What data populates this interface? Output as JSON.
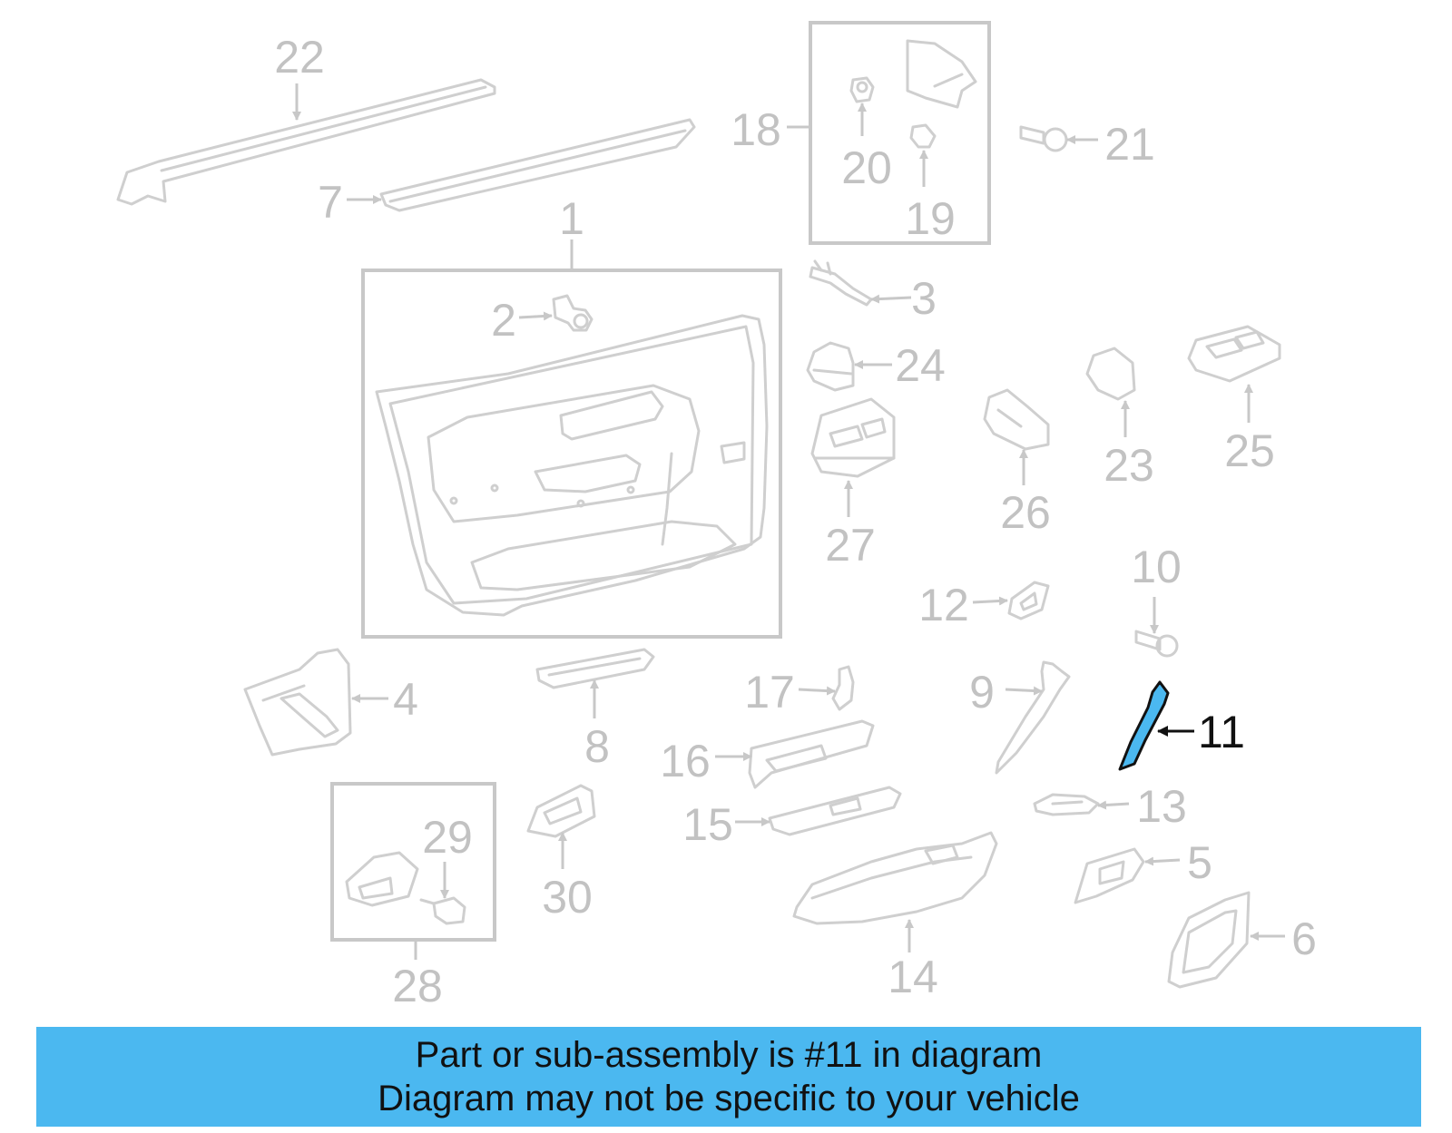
{
  "colors": {
    "highlight_part": "#4bb8f0",
    "banner_background": "#4bb8f0",
    "label_gray": "#c2c2c2",
    "part_outline_gray": "#cfcfcf",
    "highlight_label": "#111111"
  },
  "highlighted_callout": "11",
  "callouts": [
    "1",
    "2",
    "3",
    "4",
    "5",
    "6",
    "7",
    "8",
    "9",
    "10",
    "11",
    "12",
    "13",
    "14",
    "15",
    "16",
    "17",
    "18",
    "19",
    "20",
    "21",
    "22",
    "23",
    "24",
    "25",
    "26",
    "27",
    "28",
    "29",
    "30"
  ],
  "banner": {
    "line1": "Part or sub-assembly is #11 in diagram",
    "line2": "Diagram may not be specific to your vehicle"
  }
}
